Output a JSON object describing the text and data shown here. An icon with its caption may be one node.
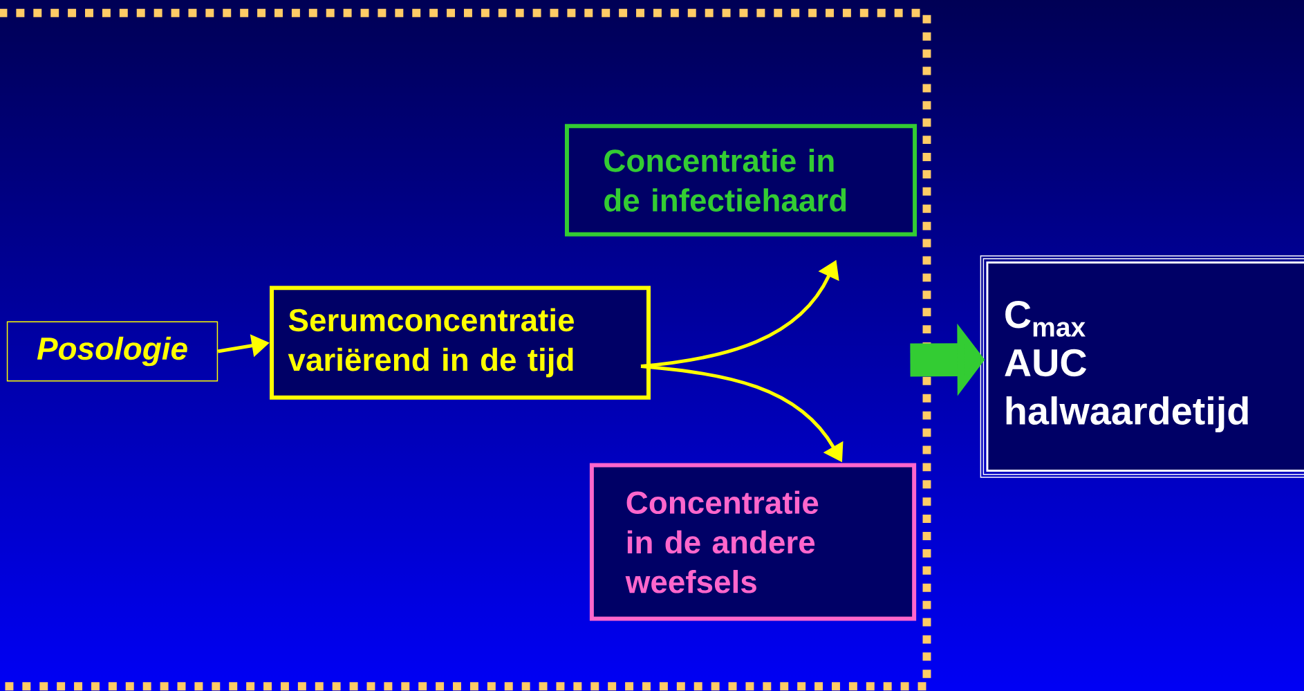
{
  "diagram": {
    "nodes": [
      {
        "text": [],
        "shape": "box"
      },
      {
        "text": [
          "Posologie"
        ],
        "in": 0
      },
      {
        "text": [
          "Serumconcentratie variërend in de tijd"
        ],
        "in": 0
      },
      {
        "text": [
          "Concentratie in de infectiehaard"
        ],
        "in": 0
      },
      {
        "text": [
          "Concentratie in de andere weefsels"
        ],
        "in": 0
      },
      {
        "text": [
          "C$_{max}$",
          "AUC",
          "halwaardetijd"
        ]
      }
    ],
    "edges": [
      {
        "from": 1,
        "to": 2,
        "arrow": "to"
      },
      {
        "from": 2,
        "to": 3,
        "arrow": "to"
      },
      {
        "from": 2,
        "to": 4,
        "arrow": "to"
      },
      {
        "from": 0,
        "to": 5,
        "arrow": "to",
        "style": "thick",
        "color": "#33cc33"
      }
    ]
  }
}
